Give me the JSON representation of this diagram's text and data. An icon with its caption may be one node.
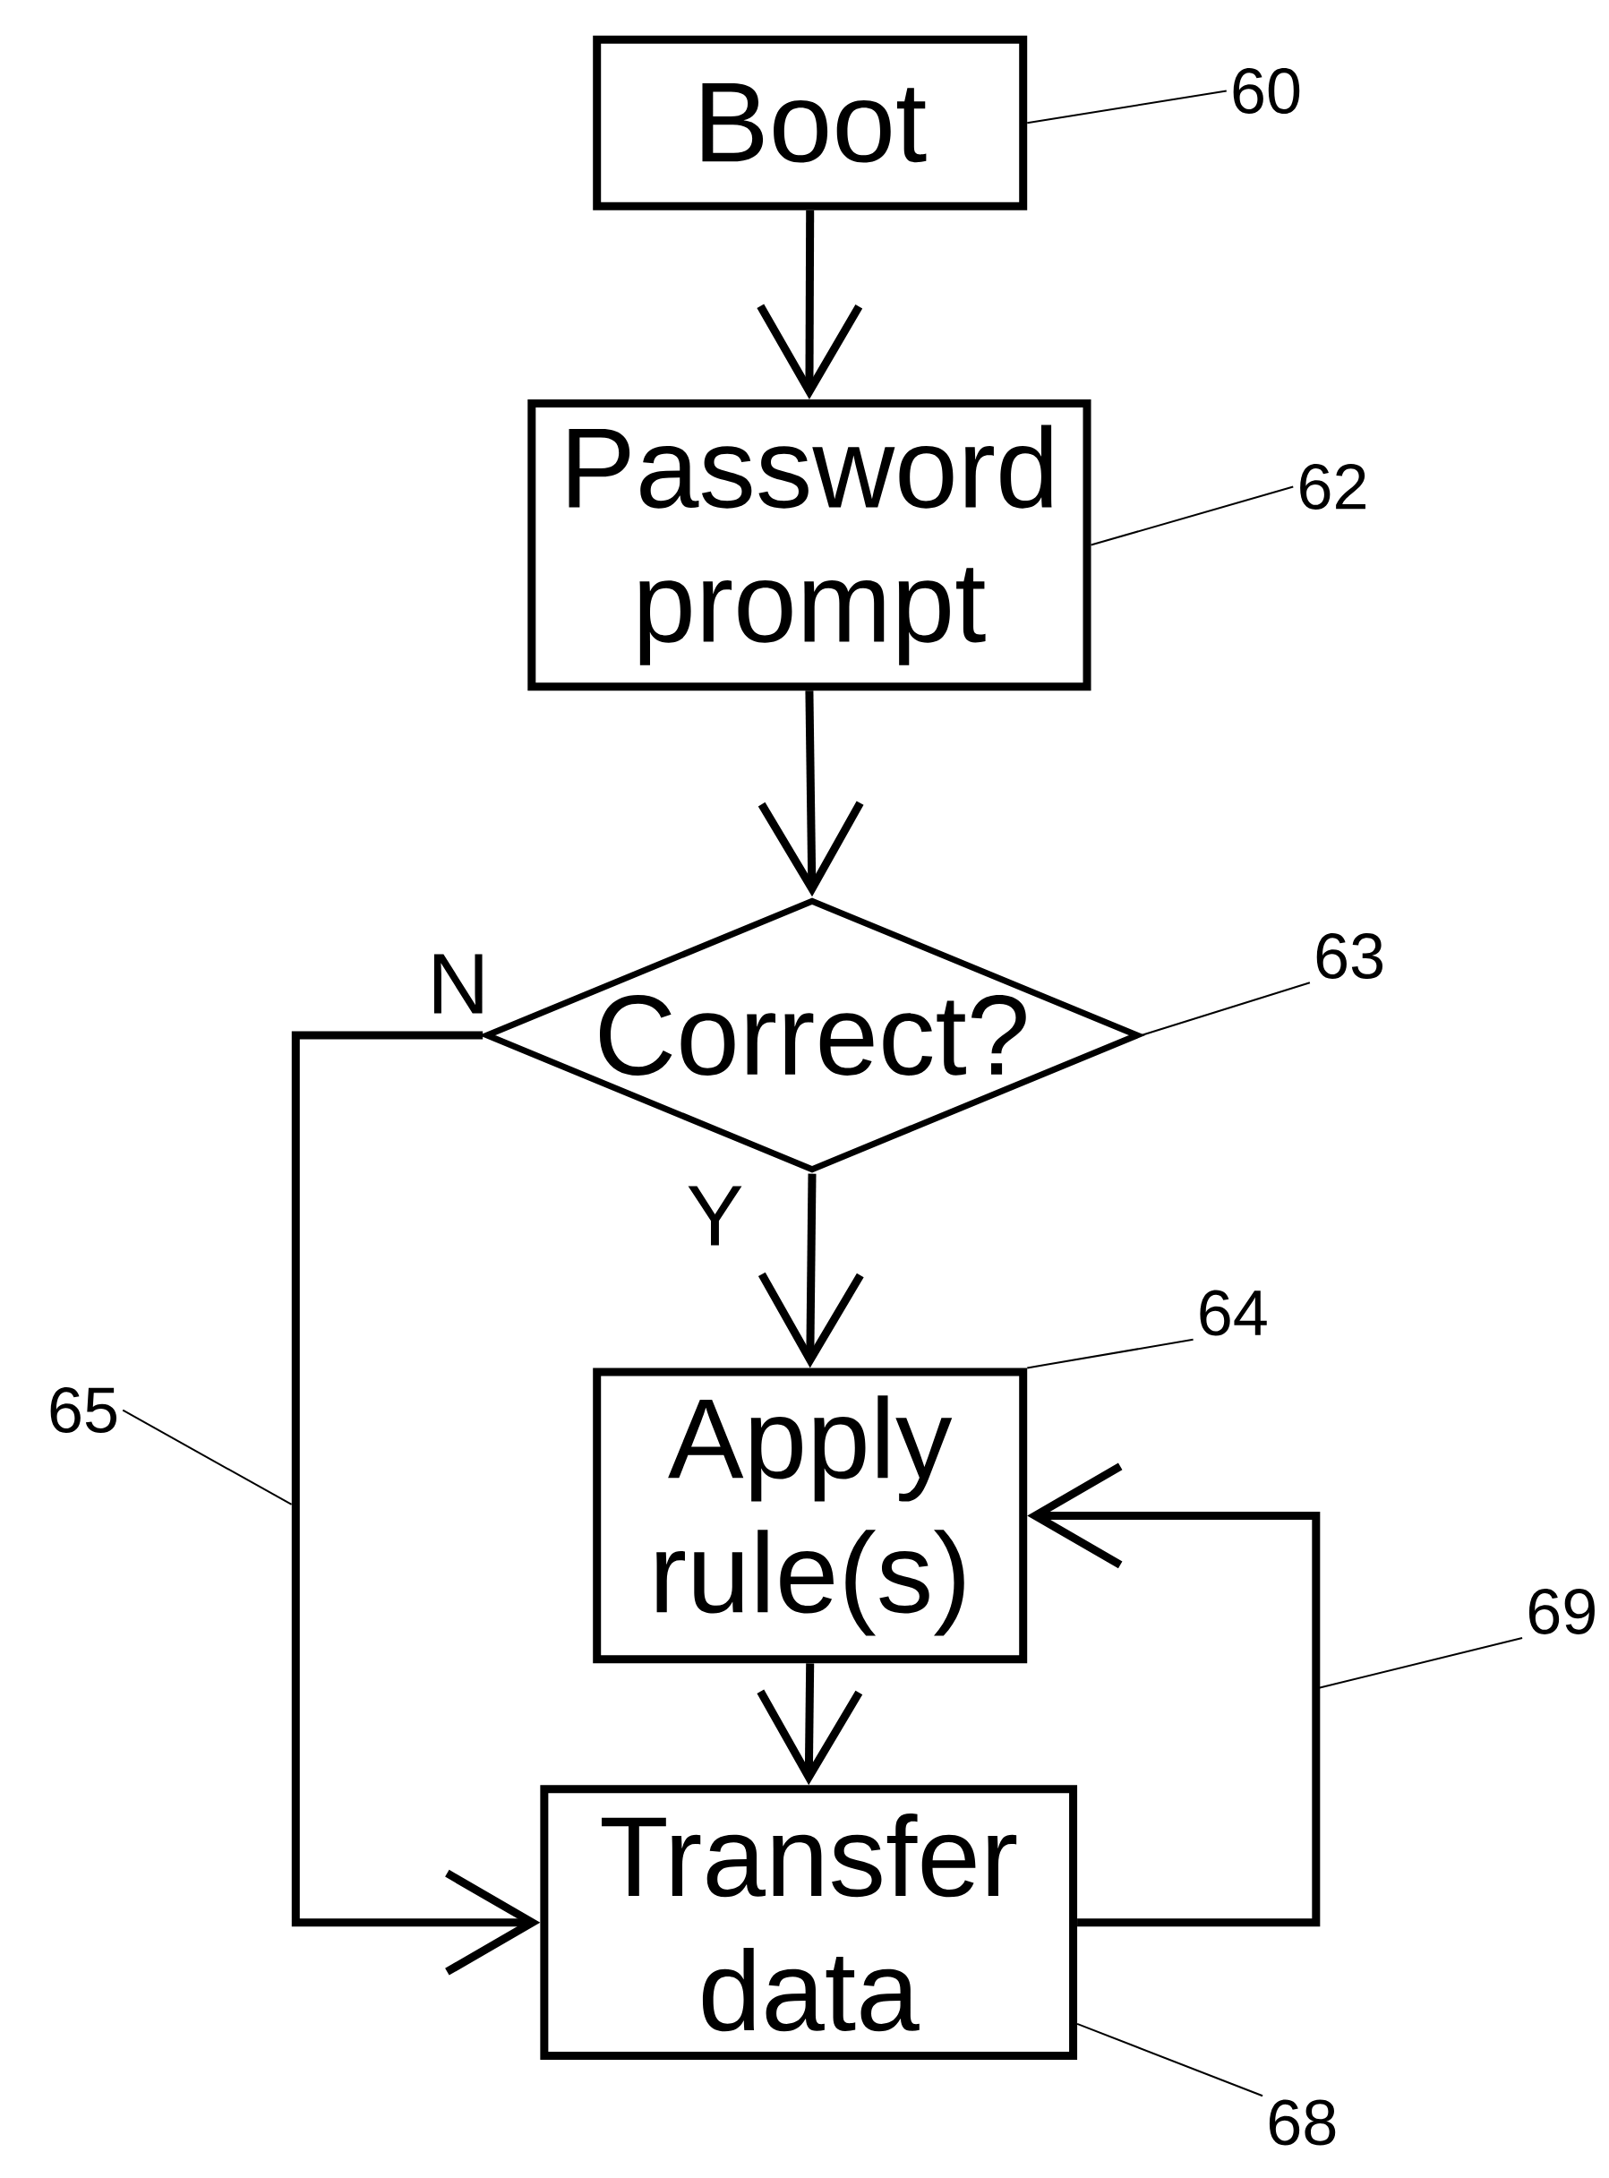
{
  "diagram": {
    "nodes": [
      {
        "text": [
          "Boot"
        ]
      },
      {
        "text": [
          "Password prompt"
        ]
      },
      {
        "text": [
          "Correct?"
        ]
      },
      {
        "text": [
          "Apply rule(s)"
        ]
      },
      {
        "text": [
          "Transfer data"
        ]
      },
      {
        "text": [
          "60"
        ]
      },
      {
        "text": [
          "62"
        ]
      },
      {
        "text": [
          "63"
        ]
      },
      {
        "text": [
          "64"
        ]
      },
      {
        "text": [
          "65"
        ]
      },
      {
        "text": [
          "68"
        ]
      },
      {
        "text": [
          "69"
        ]
      }
    ],
    "edges": [
      {
        "from": 0,
        "to": 1,
        "arrow": "to",
        "style": "thick"
      },
      {
        "from": 1,
        "to": 2,
        "arrow": "to",
        "style": "thick"
      },
      {
        "from": 2,
        "to": 3,
        "arrow": "to",
        "label": "Y",
        "style": "thick"
      },
      {
        "from": 2,
        "to": 4,
        "arrow": "to",
        "label": "N",
        "style": "thick"
      },
      {
        "from": 3,
        "to": 4,
        "arrow": "to",
        "style": "thick"
      },
      {
        "from": 4,
        "to": 3,
        "arrow": "to",
        "style": "thick"
      },
      {
        "from": 5,
        "to": 0,
        "arrow": "none"
      },
      {
        "from": 6,
        "to": 1,
        "arrow": "none"
      },
      {
        "from": 7,
        "to": 2,
        "arrow": "none"
      },
      {
        "from": 8,
        "to": 3,
        "arrow": "none"
      },
      {
        "from": 9,
        "to": null,
        "arrow": "none"
      },
      {
        "from": 10,
        "to": 4,
        "arrow": "none"
      },
      {
        "from": 11,
        "to": null,
        "arrow": "none"
      }
    ]
  }
}
